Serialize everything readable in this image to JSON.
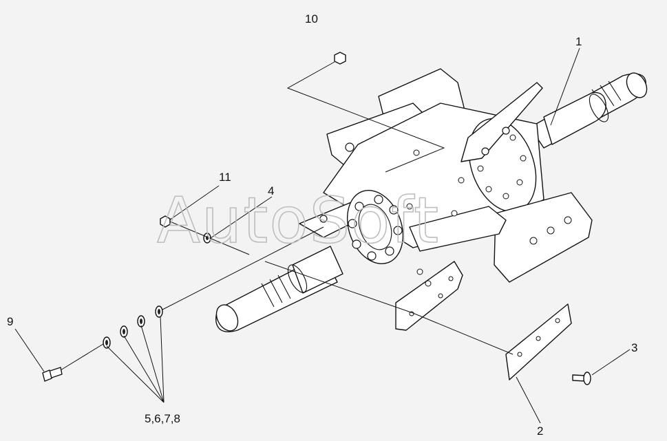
{
  "callouts": {
    "c1": "1",
    "c2": "2",
    "c3": "3",
    "c4": "4",
    "c9": "9",
    "c10": "10",
    "c11": "11",
    "c5678": "5,6,7,8"
  },
  "watermark": "AutoSoft",
  "colors": {
    "background": "#f3f3f3",
    "line": "#111111",
    "watermark": "#bdbdbd"
  }
}
